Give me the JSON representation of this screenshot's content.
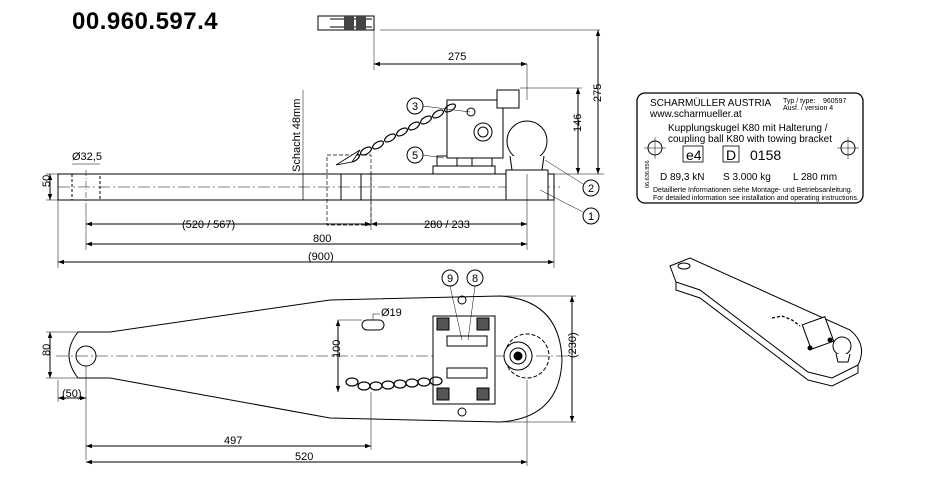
{
  "part_number": "00.960.597.4",
  "side_view": {
    "dims": {
      "d325": "Ø32,5",
      "h50": "50",
      "shaft": "Schacht 48mm",
      "d275h": "275",
      "d275v": "275",
      "d146": "146",
      "d520_567": "(520 / 567)",
      "d280_233": "280 / 233",
      "d800": "800",
      "d900": "(900)"
    },
    "callouts": [
      "1",
      "2",
      "3",
      "5"
    ]
  },
  "top_view": {
    "dims": {
      "h80": "80",
      "d50": "(50)",
      "d19": "Ø19",
      "d100": "100",
      "d230": "(230)",
      "d497": "497",
      "d520": "520"
    },
    "callouts": [
      "9",
      "8"
    ]
  },
  "plate": {
    "company": "SCHARMÜLLER AUSTRIA",
    "website": "www.scharmueller.at",
    "type_label": "Typ / type:",
    "type_value": "960597",
    "version": "Ausf. / version 4",
    "desc1": "Kupplungskugel K80 mit Halterung /",
    "desc2": "coupling ball K80 with towing bracket",
    "approval": "e4",
    "country": "D",
    "approval_no": "0158",
    "d_value": "D 89,3 kN",
    "s_value": "S 3.000 kg",
    "l_value": "L 280 mm",
    "serial": "06.636.856",
    "note_de": "Detaillierte Informationen siehe Montage- und Betriebsanleitung.",
    "note_en": "For detailed information see installation and operating instructions."
  }
}
